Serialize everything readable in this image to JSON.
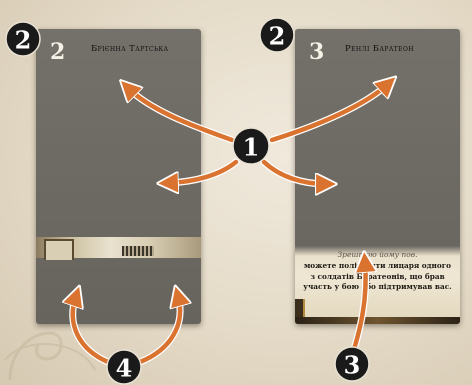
{
  "cards": [
    {
      "cost": "2",
      "name": "Брієнна Тартська"
    },
    {
      "cost": "3",
      "name": "Ренлі Баратеон",
      "text_top": "Зрештою йому пов.",
      "text_body": "можете поліпшити лицаря одного з солдатів Баратеонів, що брав участь у бою або підтримував вас."
    }
  ],
  "callouts": [
    {
      "label": "2"
    },
    {
      "label": "2"
    },
    {
      "label": "1"
    },
    {
      "label": "4"
    },
    {
      "label": "3"
    }
  ],
  "colors": {
    "arrow": "#d9732f",
    "arrow_outline": "#ffffff",
    "badge_fill": "#1a1a1a",
    "card_background": "#6e6a64"
  }
}
